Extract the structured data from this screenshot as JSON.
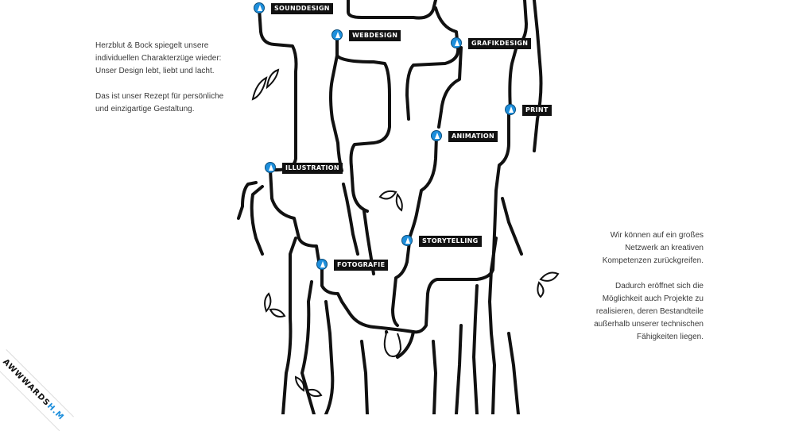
{
  "intro": {
    "paragraph1": "Herzblut & Bock spiegelt unsere individuellen Charakterzüge wieder: Unser Design lebt, liebt und lacht.",
    "paragraph2": "Das ist unser Rezept für persönliche und einzigartige Gestaltung."
  },
  "network": {
    "paragraph1": "Wir können auf ein großes Netzwerk an kreativen Kompetenzen zurückgreifen.",
    "paragraph2": "Dadurch eröffnet sich die Möglichkeit auch Projekte zu realisieren, deren Bestandteile außerhalb unserer technischen Fähigkeiten liegen."
  },
  "nodes": {
    "sounddesign": "SOUNDDESIGN",
    "webdesign": "WEBDESIGN",
    "grafikdesign": "GRAFIKDESIGN",
    "print": "PRINT",
    "animation": "ANIMATION",
    "illustration": "ILLUSTRATION",
    "storytelling": "STORYTELLING",
    "fotografie": "FOTOGRAFIE"
  },
  "badge": {
    "main": "AWWWARDS",
    "sub": "H.M"
  },
  "colors": {
    "marker": "#1e8fdc",
    "label_bg": "#111111",
    "line": "#111111"
  }
}
